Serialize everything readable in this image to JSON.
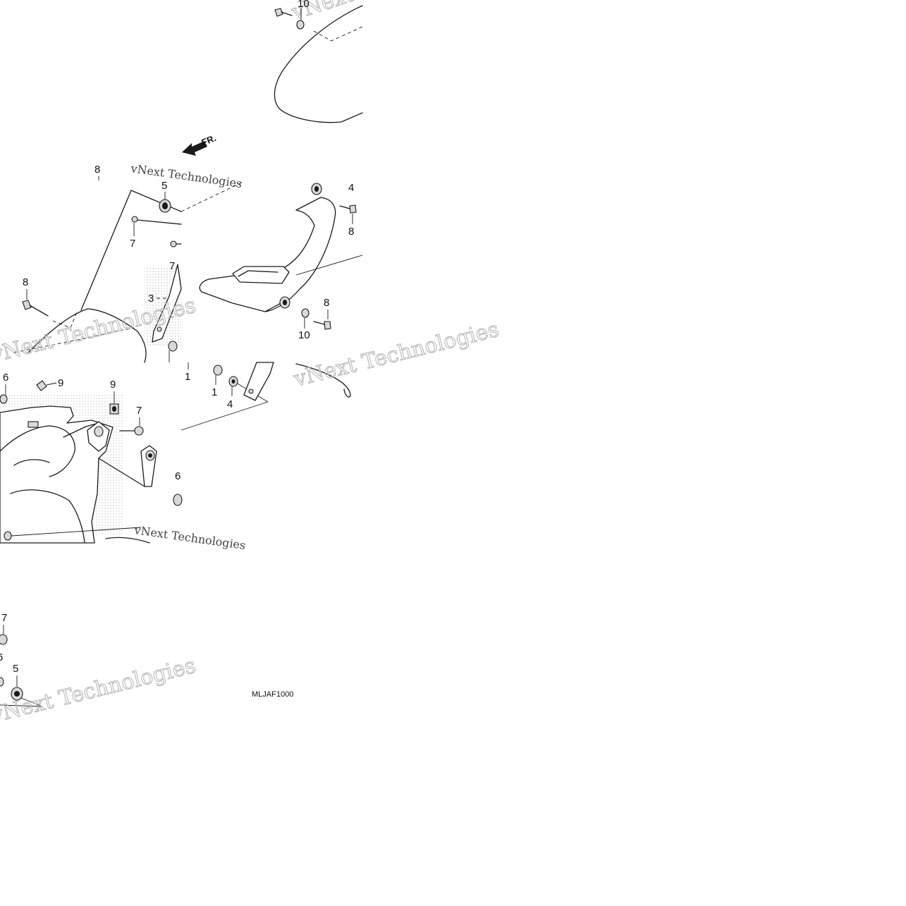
{
  "diagram": {
    "orientation_label": "FR.",
    "drawing_code": "MLJAF1000",
    "watermark_lines": [
      "vNext Technologies"
    ],
    "callouts": [
      "1",
      "3",
      "4",
      "5",
      "6",
      "7",
      "8",
      "9",
      "10"
    ]
  }
}
